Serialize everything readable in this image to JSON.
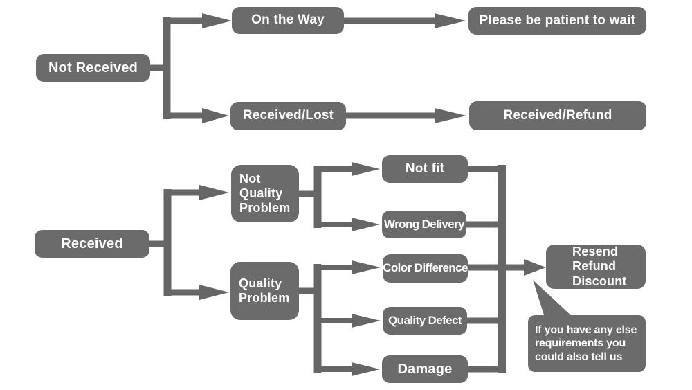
{
  "colors": {
    "node_fill": "#6b6b6b",
    "connector": "#666666",
    "node_text": "#ffffff",
    "background": "#ffffff"
  },
  "flowchart": {
    "top": {
      "root": "Not Received",
      "branch_on_the_way": "On the Way",
      "result_wait": "Please be patient to wait",
      "branch_received_lost": "Received/Lost",
      "result_refund": "Received/Refund"
    },
    "bottom": {
      "root": "Received",
      "branch_not_quality": "Not\nQuality\nProblem",
      "branch_quality": "Quality\nProblem",
      "leaves": [
        "Not fit",
        "Wrong Delivery",
        "Color Difference",
        "Quality Defect",
        "Damage"
      ],
      "outcome": "Resend\nRefund\nDiscount",
      "note": "If you have any else\nrequirements you\ncould also tell us"
    }
  }
}
